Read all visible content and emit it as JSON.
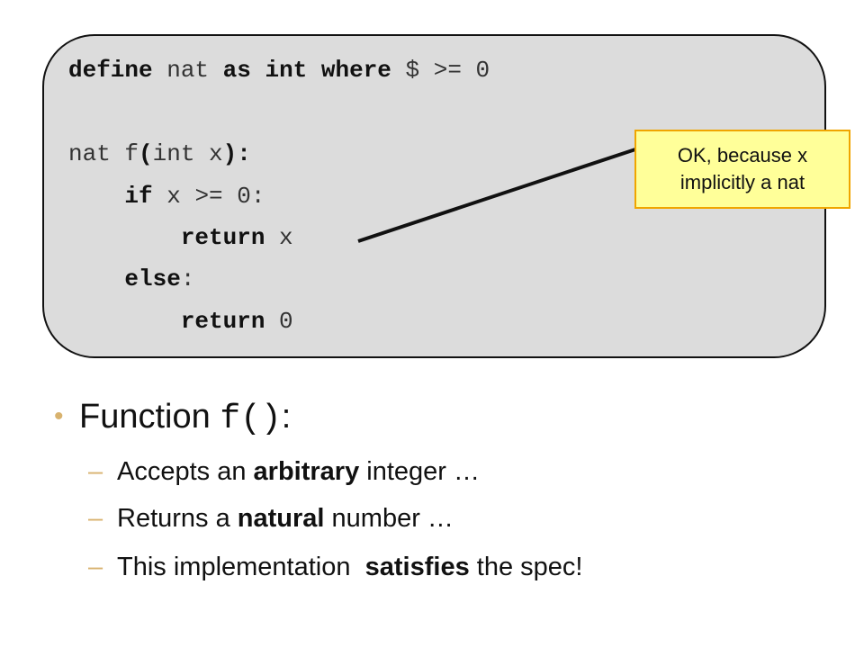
{
  "code": {
    "line1": {
      "kw1": "define",
      "t1": " nat ",
      "kw2": "as",
      "t2": " ",
      "kw3": "int",
      "t3": " ",
      "kw4": "where",
      "t4": " $ >= 0"
    },
    "line2": {
      "t1": "nat f",
      "kw1": "(",
      "t2": "int x",
      "kw2": "):"
    },
    "line3": {
      "indent": "    ",
      "kw1": "if",
      "t1": " x >= 0:"
    },
    "line4": {
      "indent": "        ",
      "kw1": "return",
      "t1": " x"
    },
    "line5": {
      "indent": "    ",
      "kw1": "else",
      "t1": ":"
    },
    "line6": {
      "indent": "        ",
      "kw1": "return",
      "t1": " 0"
    }
  },
  "callout": {
    "line1": "OK, because x",
    "line2": "implicitly a nat"
  },
  "bullets": {
    "main": {
      "prefix": "Function ",
      "code": "f()",
      "suffix": ":"
    },
    "items": [
      {
        "before": "Accepts an ",
        "bold": "arbitrary",
        "after": " integer …"
      },
      {
        "before": "Returns a ",
        "bold": "natural",
        "after": " number …"
      },
      {
        "before": "This implementation  ",
        "bold": "satisfies",
        "after": " the spec!"
      }
    ]
  },
  "colors": {
    "code_bg": "#dcdcdc",
    "callout_bg": "#ffff99",
    "callout_border": "#f0a500",
    "bullet_accent": "#d8b26e"
  }
}
